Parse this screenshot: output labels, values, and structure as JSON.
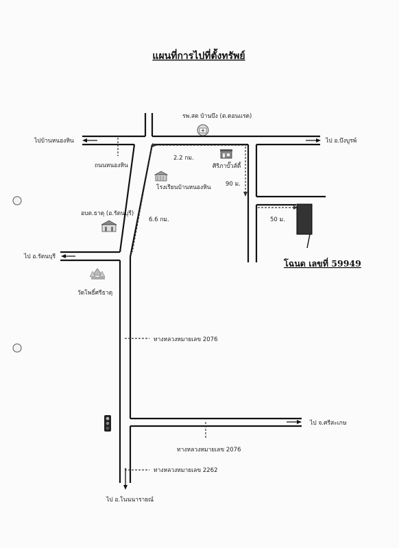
{
  "title": "แผนที่การไปที่ตั้งทรัพย์",
  "deed": "โฉนด เลขที่ 59949",
  "labels": {
    "hospital": "รพ.สต บ้านบึง (ต.ดอนแรด)",
    "to_ban_nong_hin": "ไปบ้านหนองหิน",
    "to_bueng_bun": "ไป อ.บึงบูรพ์",
    "nong_hin_road": "ถนนหนองหิน",
    "distance_2_2": "2.2 กม.",
    "sriphabuasi": "ศิริภาบั๊วส์ตี้",
    "school": "โรงเรียนบ้านหนองหิน",
    "distance_90": "90 ม.",
    "sao_office": "อบต.ธาตุ (อ.รัตนบุรี)",
    "distance_6_6": "6.6 กม.",
    "distance_50": "50 ม.",
    "to_rattanaburi": "ไป อ.รัตนบุรี",
    "temple": "วัดโพธิ์ศรีธาตุ",
    "highway_2076_a": "ทางหลวงหมายเลข 2076",
    "to_si_sa_ket": "ไป จ.ศรีสะเกษ",
    "highway_2076_b": "ทางหลวงหมายเลข 2076",
    "highway_2262": "ทางหลวงหมายเลข 2262",
    "to_non_narai": "ไป อ.โนนนารายณ์"
  },
  "colors": {
    "road": "#111111",
    "plot": "#333333",
    "paper": "#fbfbfb"
  },
  "icons": [
    "hospital-icon",
    "shop-icon",
    "school-icon",
    "government-office-icon",
    "temple-icon",
    "traffic-light-icon",
    "property-plot-icon"
  ]
}
